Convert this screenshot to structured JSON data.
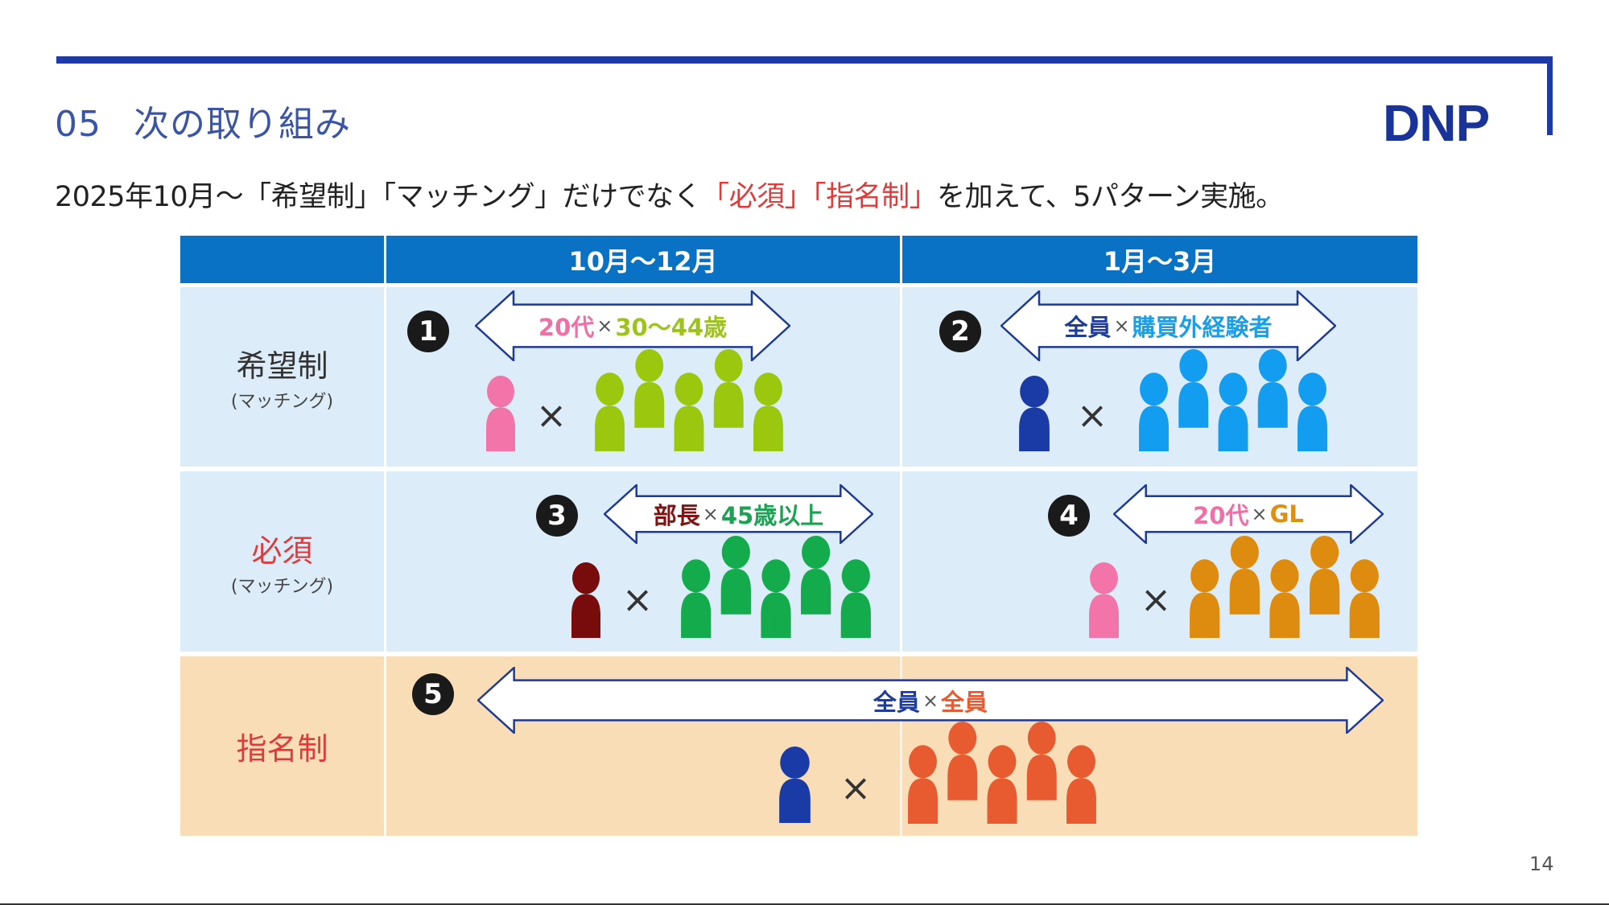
{
  "header": {
    "number": "05",
    "title": "次の取り組み",
    "logo": "DNP"
  },
  "subtitle": {
    "part1": "2025年10月〜「希望制」「マッチング」だけでなく",
    "red": "「必須」「指名制」",
    "part2": "を加えて、5パターン実施。"
  },
  "table": {
    "columns": [
      "10月〜12月",
      "1月〜3月"
    ],
    "rows": [
      {
        "label": "希望制",
        "sub": "(マッチング)"
      },
      {
        "label": "必須",
        "sub": "(マッチング)"
      },
      {
        "label": "指名制"
      }
    ]
  },
  "patterns": [
    {
      "badge": "1",
      "left": "20代",
      "left_color": "#f06fa6",
      "times": "×",
      "right": "30〜44歳",
      "right_color": "#9cc41a",
      "single_color": "#f274a8",
      "group_color": "#9bc80f"
    },
    {
      "badge": "2",
      "left": "全員",
      "left_color": "#1d3c9c",
      "times": "×",
      "right": "購買外経験者",
      "right_color": "#1a9ee8",
      "single_color": "#1a3aa6",
      "group_color": "#129df0"
    },
    {
      "badge": "3",
      "left": "部長",
      "left_color": "#7e1414",
      "times": "×",
      "right": "45歳以上",
      "right_color": "#1aa352",
      "single_color": "#780c0c",
      "group_color": "#14ab4c"
    },
    {
      "badge": "4",
      "left": "20代",
      "left_color": "#f06fa6",
      "times": "×",
      "right": "GL",
      "right_color": "#de8f12",
      "single_color": "#f274a8",
      "group_color": "#de8c10"
    },
    {
      "badge": "5",
      "left": "全員",
      "left_color": "#1d3c9c",
      "times": "×",
      "right": "全員",
      "right_color": "#e85a30",
      "single_color": "#1a3aa6",
      "group_color": "#e85a30"
    }
  ],
  "multiply_sign": "×",
  "page_number": "14",
  "colors": {
    "brand": "#1e3aa6",
    "header": "#0a72c4",
    "accent_red": "#e03a3a"
  }
}
